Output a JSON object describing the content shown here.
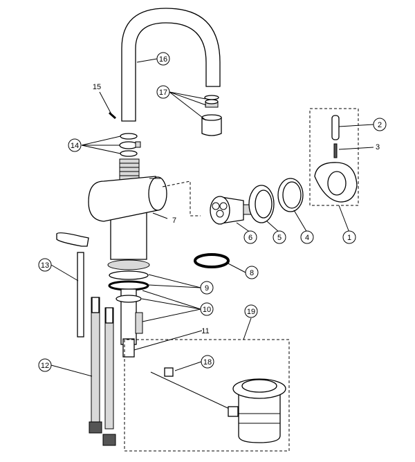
{
  "diagram": {
    "labels": {
      "c1": "1",
      "c2": "2",
      "t3": "3",
      "c4": "4",
      "c5": "5",
      "c6": "6",
      "t7": "7",
      "c8": "8",
      "c9": "9",
      "c10": "10",
      "t11": "11",
      "c12": "12",
      "c13": "13",
      "c14": "14",
      "t15": "15",
      "c16": "16",
      "c17": "17",
      "c18": "18",
      "c19": "19"
    }
  }
}
